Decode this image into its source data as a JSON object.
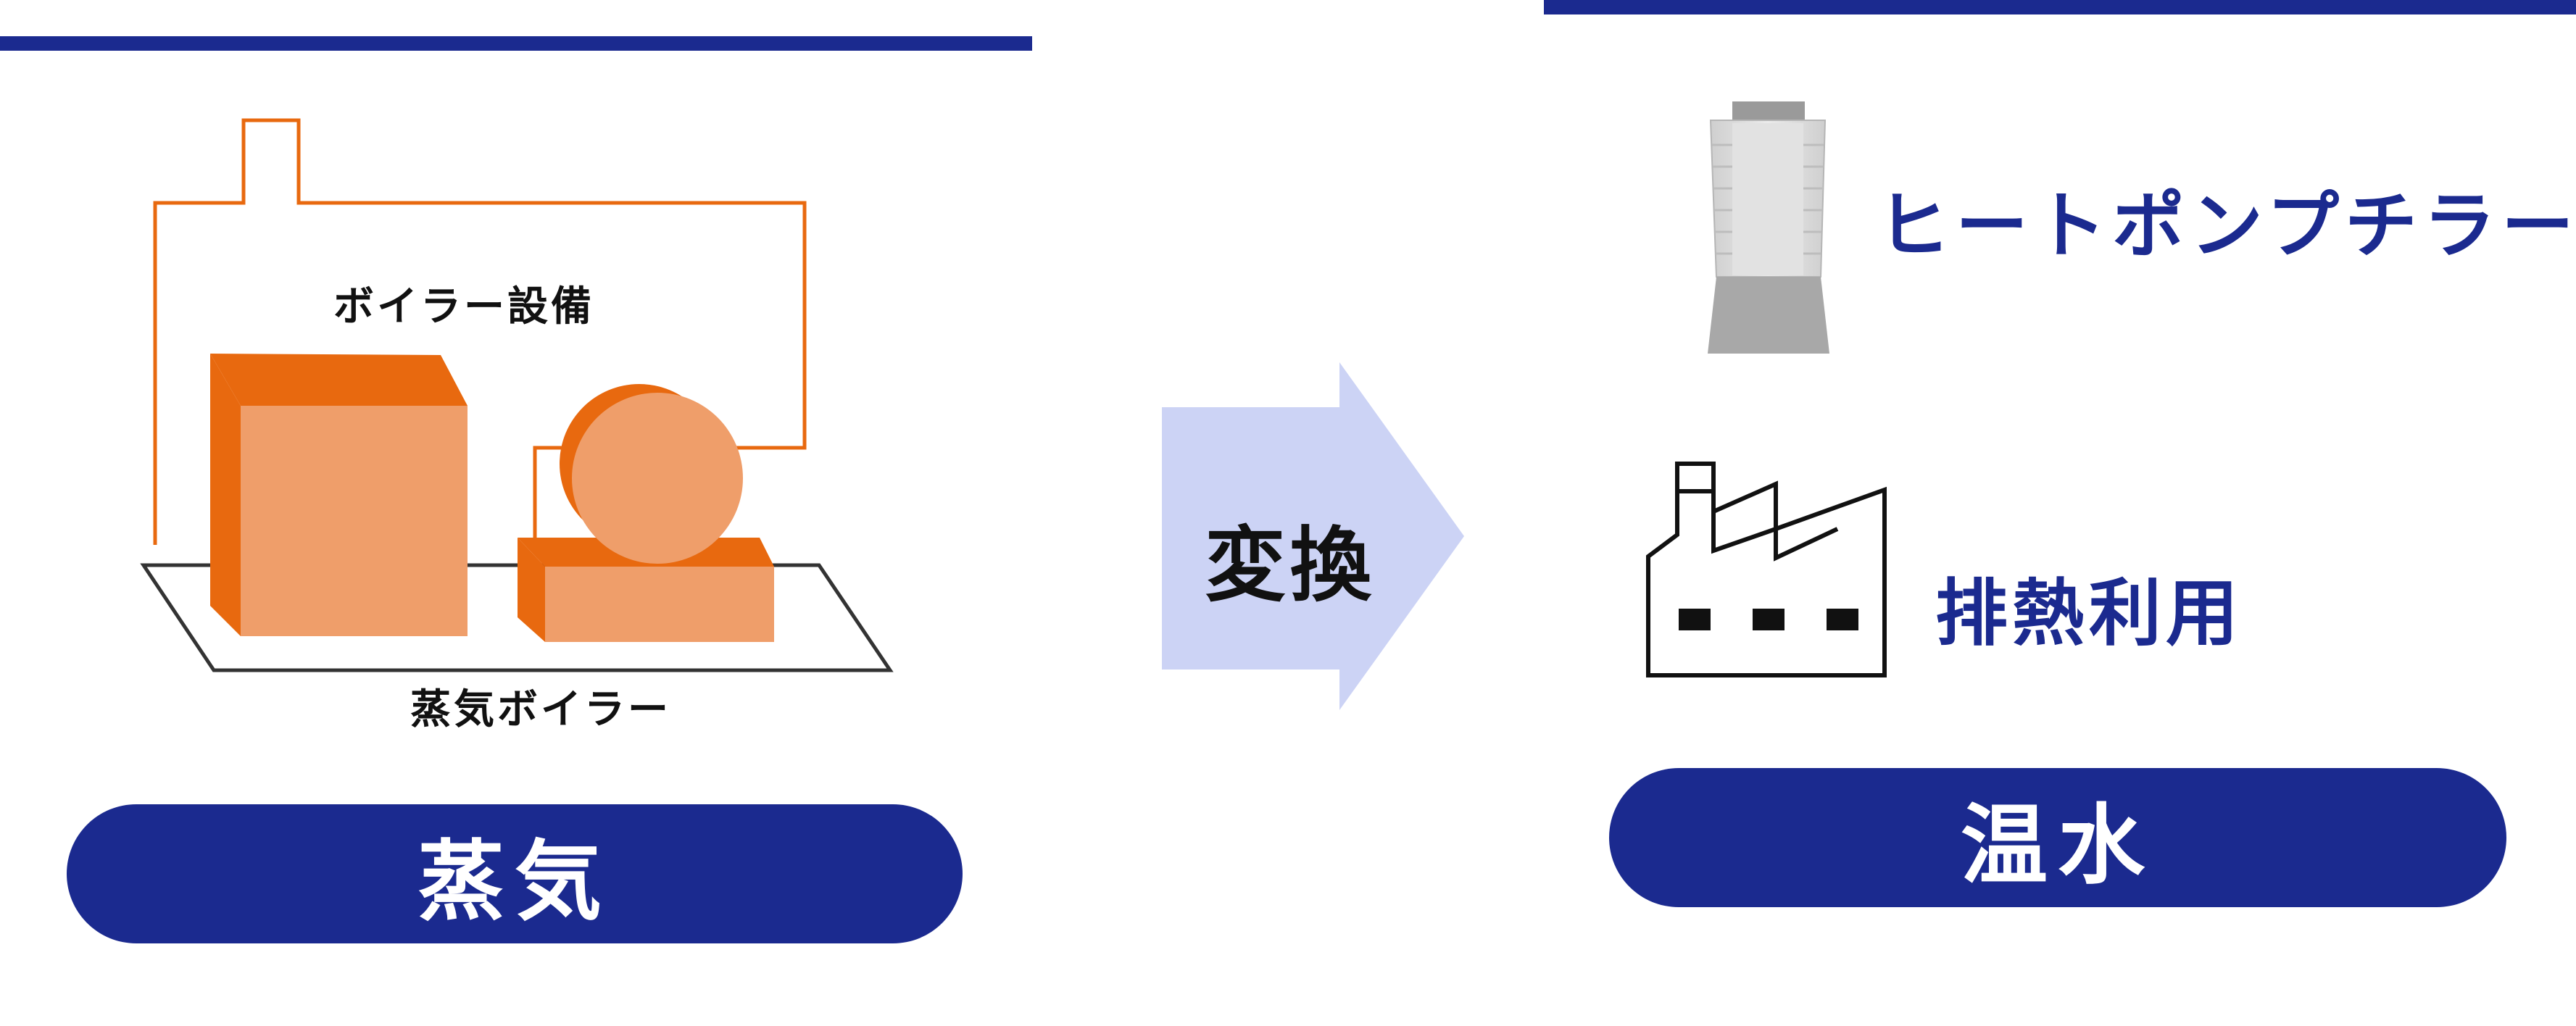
{
  "left": {
    "equipment_label": "ボイラー設備",
    "boiler_label": "蒸気ボイラー",
    "pill_label": "蒸気"
  },
  "arrow": {
    "label": "変換"
  },
  "right": {
    "heat_pump_label": "ヒートポンプチラー",
    "waste_heat_label": "排熱利用",
    "pill_label": "温水"
  },
  "colors": {
    "navy": "#1b2a8f",
    "orange_dark": "#e8690f",
    "orange_light": "#ef9e6a",
    "arrow_fill": "#ccd3f5"
  }
}
